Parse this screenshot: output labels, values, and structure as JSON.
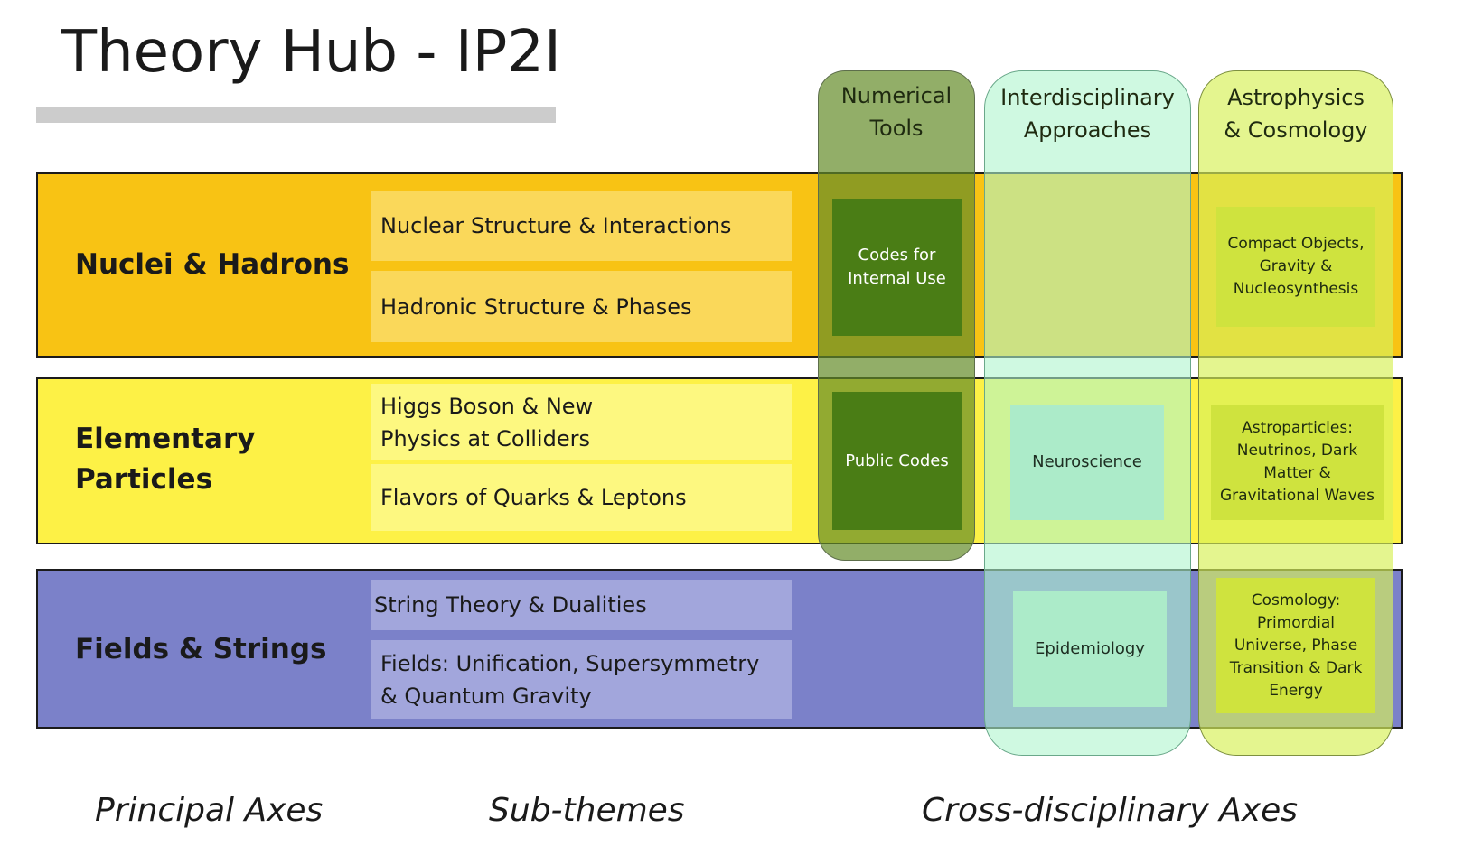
{
  "title": "Theory Hub - IP2I",
  "principal_axes": [
    {
      "label": "Nuclei & Hadrons",
      "color": "#f8c314"
    },
    {
      "label": "Elementary Particles",
      "color": "#fdf146"
    },
    {
      "label": "Fields & Strings",
      "color": "#7b81c9"
    }
  ],
  "subthemes": {
    "nuclei": [
      "Nuclear Structure & Interactions",
      "Hadronic Structure & Phases"
    ],
    "elementary": [
      "Higgs Boson & New Physics at Colliders",
      "Flavors of Quarks & Leptons"
    ],
    "fields": [
      "String Theory & Dualities",
      "Fields: Unification, Supersymmetry & Quantum Gravity"
    ]
  },
  "cross_axes": {
    "numerical": {
      "header": "Numerical Tools",
      "items": [
        "Codes for Internal Use",
        "Public Codes"
      ]
    },
    "interdisciplinary": {
      "header": "Interdisciplinary Approaches",
      "items": [
        "Neuroscience",
        "Epidemiology"
      ]
    },
    "astro": {
      "header": "Astrophysics & Cosmology",
      "items": [
        "Compact Objects, Gravity & Nucleosynthesis",
        "Astroparticles: Neutrinos, Dark Matter & Gravitational Waves",
        "Cosmology: Primordial Universe, Phase Transition & Dark Energy"
      ]
    }
  },
  "footer": {
    "principal": "Principal Axes",
    "subthemes": "Sub-themes",
    "cross": "Cross-disciplinary Axes"
  }
}
